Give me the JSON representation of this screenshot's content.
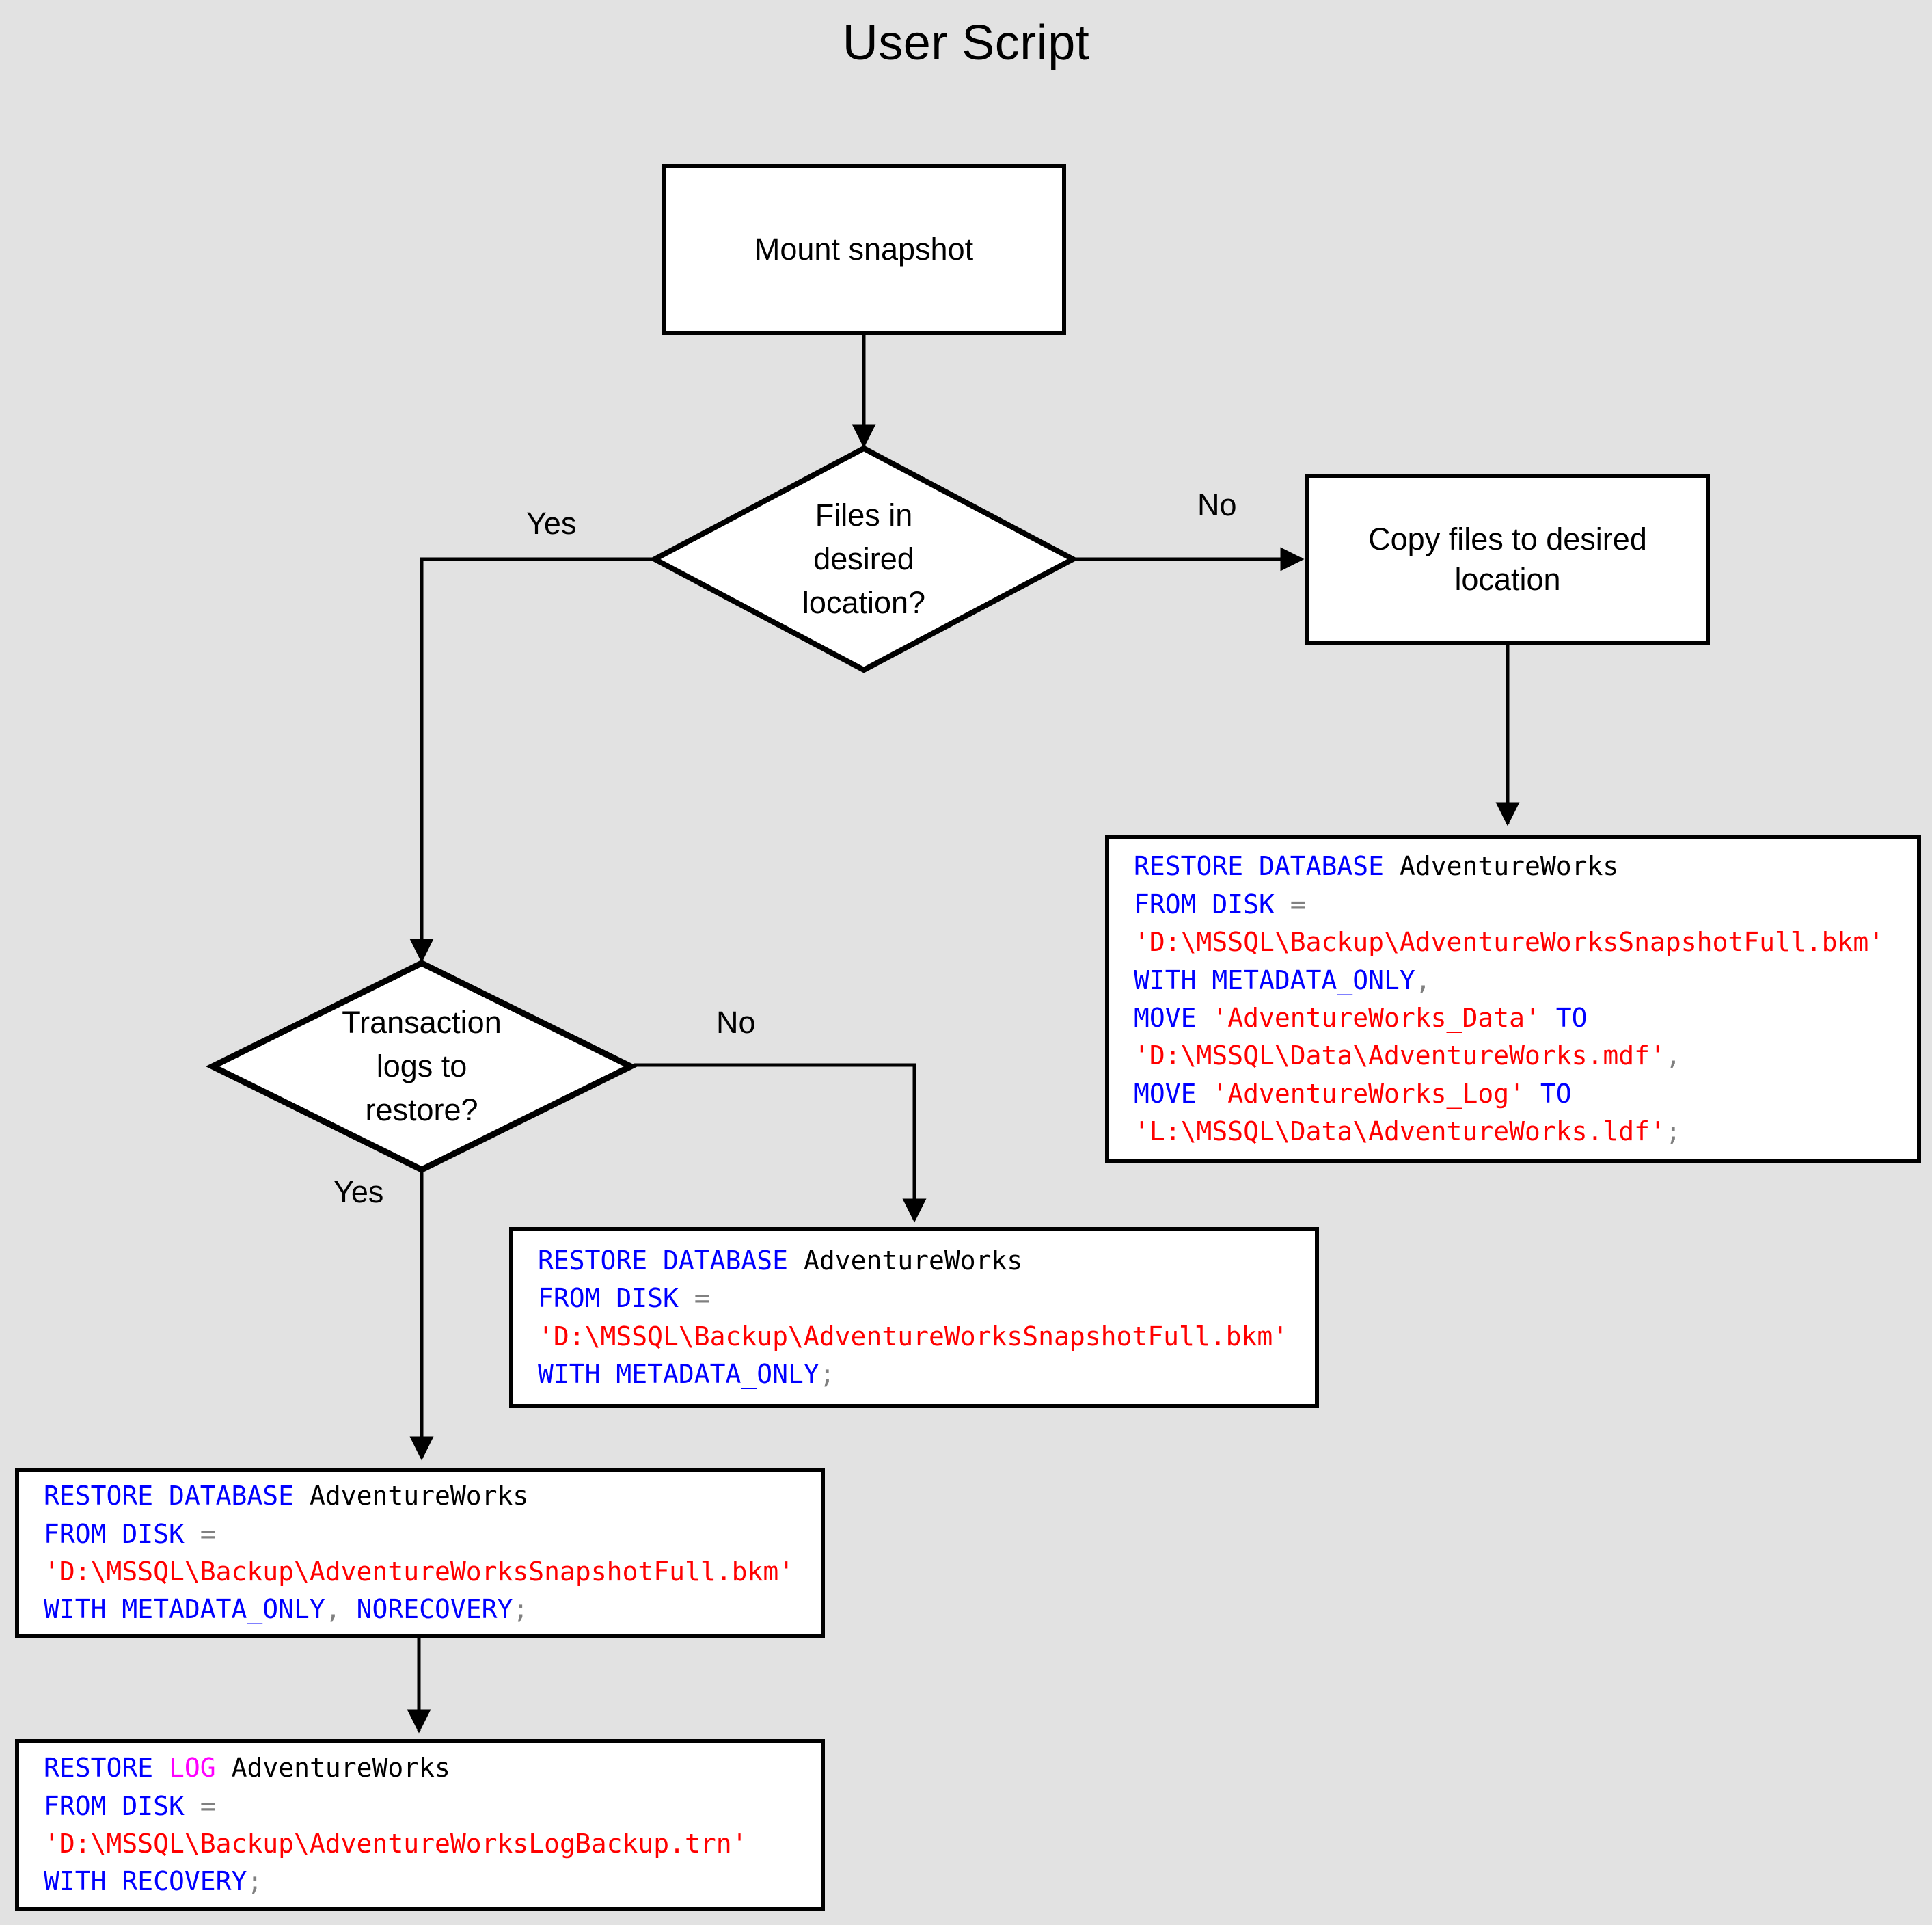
{
  "page": {
    "title": "User Script",
    "background_color": "#e2e2e2",
    "stroke_color": "#000000",
    "node_fill": "#ffffff"
  },
  "syntax_colors": {
    "keyword": "#0000ff",
    "keyword_alt": "#ff00ff",
    "string": "#ff0000",
    "identifier": "#000000",
    "punctuation": "#808080"
  },
  "nodes": {
    "mount_snapshot": {
      "label": "Mount snapshot",
      "shape": "process"
    },
    "files_in_desired_location": {
      "label": "Files in\ndesired\nlocation?",
      "shape": "decision"
    },
    "copy_files": {
      "label": "Copy files to desired\nlocation",
      "shape": "process"
    },
    "transaction_logs": {
      "label": "Transaction\nlogs to\nrestore?",
      "shape": "decision"
    }
  },
  "edge_labels": {
    "files_yes": "Yes",
    "files_no": "No",
    "logs_no": "No",
    "logs_yes": "Yes"
  },
  "code_blocks": {
    "restore_with_move": {
      "name": "restore-database-with-move",
      "lines": [
        [
          {
            "t": "RESTORE DATABASE ",
            "c": "keyword"
          },
          {
            "t": "AdventureWorks",
            "c": "identifier"
          }
        ],
        [
          {
            "t": "FROM DISK ",
            "c": "keyword"
          },
          {
            "t": "=",
            "c": "punctuation"
          }
        ],
        [
          {
            "t": "'D:\\MSSQL\\Backup\\AdventureWorksSnapshotFull.bkm'",
            "c": "string"
          }
        ],
        [
          {
            "t": "WITH METADATA_ONLY",
            "c": "keyword"
          },
          {
            "t": ",",
            "c": "punctuation"
          }
        ],
        [
          {
            "t": "MOVE ",
            "c": "keyword"
          },
          {
            "t": "'AdventureWorks_Data'",
            "c": "string"
          },
          {
            "t": " TO",
            "c": "keyword"
          }
        ],
        [
          {
            "t": "'D:\\MSSQL\\Data\\AdventureWorks.mdf'",
            "c": "string"
          },
          {
            "t": ",",
            "c": "punctuation"
          }
        ],
        [
          {
            "t": "MOVE ",
            "c": "keyword"
          },
          {
            "t": "'AdventureWorks_Log'",
            "c": "string"
          },
          {
            "t": " TO",
            "c": "keyword"
          }
        ],
        [
          {
            "t": "'L:\\MSSQL\\Data\\AdventureWorks.ldf'",
            "c": "string"
          },
          {
            "t": ";",
            "c": "punctuation"
          }
        ]
      ]
    },
    "restore_metadata_only": {
      "name": "restore-database-metadata-only",
      "lines": [
        [
          {
            "t": "RESTORE DATABASE ",
            "c": "keyword"
          },
          {
            "t": "AdventureWorks",
            "c": "identifier"
          }
        ],
        [
          {
            "t": "FROM DISK ",
            "c": "keyword"
          },
          {
            "t": "=",
            "c": "punctuation"
          }
        ],
        [
          {
            "t": "'D:\\MSSQL\\Backup\\AdventureWorksSnapshotFull.bkm'",
            "c": "string"
          }
        ],
        [
          {
            "t": "WITH METADATA_ONLY",
            "c": "keyword"
          },
          {
            "t": ";",
            "c": "punctuation"
          }
        ]
      ]
    },
    "restore_norecovery": {
      "name": "restore-database-norecovery",
      "lines": [
        [
          {
            "t": "RESTORE DATABASE ",
            "c": "keyword"
          },
          {
            "t": "AdventureWorks",
            "c": "identifier"
          }
        ],
        [
          {
            "t": "FROM DISK ",
            "c": "keyword"
          },
          {
            "t": "=",
            "c": "punctuation"
          }
        ],
        [
          {
            "t": "'D:\\MSSQL\\Backup\\AdventureWorksSnapshotFull.bkm'",
            "c": "string"
          }
        ],
        [
          {
            "t": "WITH METADATA_ONLY",
            "c": "keyword"
          },
          {
            "t": ",",
            "c": "punctuation"
          },
          {
            "t": " NORECOVERY",
            "c": "keyword"
          },
          {
            "t": ";",
            "c": "punctuation"
          }
        ]
      ]
    },
    "restore_log": {
      "name": "restore-log-recovery",
      "lines": [
        [
          {
            "t": "RESTORE ",
            "c": "keyword"
          },
          {
            "t": "LOG",
            "c": "keyword_alt"
          },
          {
            "t": " ",
            "c": "keyword"
          },
          {
            "t": "AdventureWorks",
            "c": "identifier"
          }
        ],
        [
          {
            "t": "FROM DISK ",
            "c": "keyword"
          },
          {
            "t": "=",
            "c": "punctuation"
          }
        ],
        [
          {
            "t": "'D:\\MSSQL\\Backup\\AdventureWorksLogBackup.trn'",
            "c": "string"
          }
        ],
        [
          {
            "t": "WITH RECOVERY",
            "c": "keyword"
          },
          {
            "t": ";",
            "c": "punctuation"
          }
        ]
      ]
    }
  }
}
